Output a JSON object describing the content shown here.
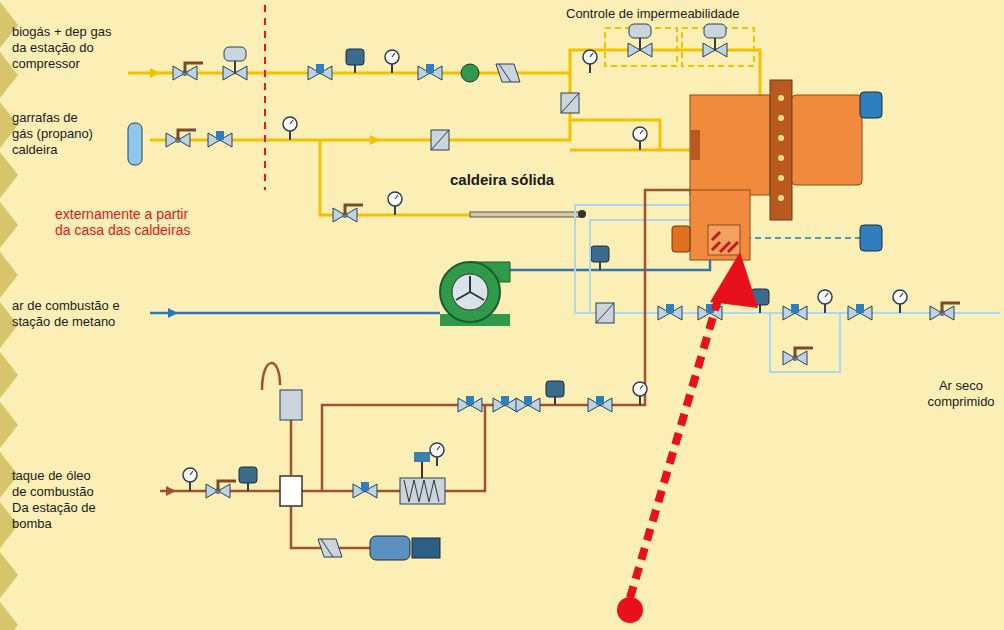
{
  "diagram": {
    "labels": [
      "biogás + dep gas da estação do compressor",
      "Controle de impermeabilidade",
      "garrafas de gás (propano) caldeira",
      "caldeira sólida",
      "externamente a partir da casa das caldeiras",
      "ar de combustão e stação de metano",
      "Ar seco comprimido",
      "taque de óleo de combustão Da estação de bomba"
    ]
  }
}
